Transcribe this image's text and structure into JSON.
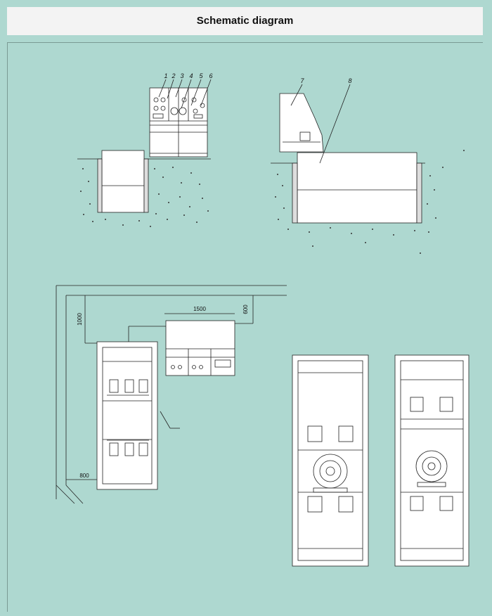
{
  "header": {
    "title": "Schematic diagram"
  },
  "callouts": [
    "1",
    "2",
    "3",
    "4",
    "5",
    "6",
    "7",
    "8"
  ],
  "dimensions": {
    "width_mm": "1500",
    "rear_clearance_mm": "600",
    "side_clearance_mm": "1000",
    "front_clearance_mm": "800"
  },
  "colors": {
    "background": "#aed8d0",
    "title_bar": "#f3f3f3",
    "line": "#222222",
    "equipment_fill": "#ffffff"
  }
}
